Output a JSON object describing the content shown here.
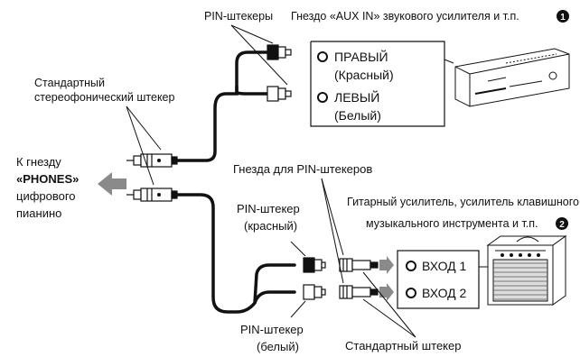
{
  "labels": {
    "pin_plugs_top": "PIN-штекеры",
    "aux_jack_title": "Гнездо «AUX IN» звукового усилителя и т.п.",
    "aux_badge": "1",
    "right_channel": "ПРАВЫЙ",
    "right_color": "(Красный)",
    "left_channel": "ЛЕВЫЙ",
    "left_color": "(Белый)",
    "stereo_plug_line1": "Стандартный",
    "stereo_plug_line2": "стереофонический штекер",
    "phones_line1": "К гнезду",
    "phones_quote_open": "«",
    "phones_word": "PHONES",
    "phones_quote_close": "»",
    "phones_line3": "цифрового",
    "phones_line4": "пианино",
    "pin_jacks_title": "Гнезда для PIN-штекеров",
    "pin_red_line1": "PIN-штекер",
    "pin_red_line2": "(красный)",
    "guitar_amp_line1": "Гитарный усилитель, усилитель клавишного",
    "guitar_amp_line2": "музыкального инструмента и т.п.",
    "guitar_badge": "2",
    "input1": "ВХОД 1",
    "input2": "ВХОД 2",
    "pin_white_line1": "PIN-штекер",
    "pin_white_line2": "(белый)",
    "standard_plug_bottom": "Стандартный штекер"
  }
}
